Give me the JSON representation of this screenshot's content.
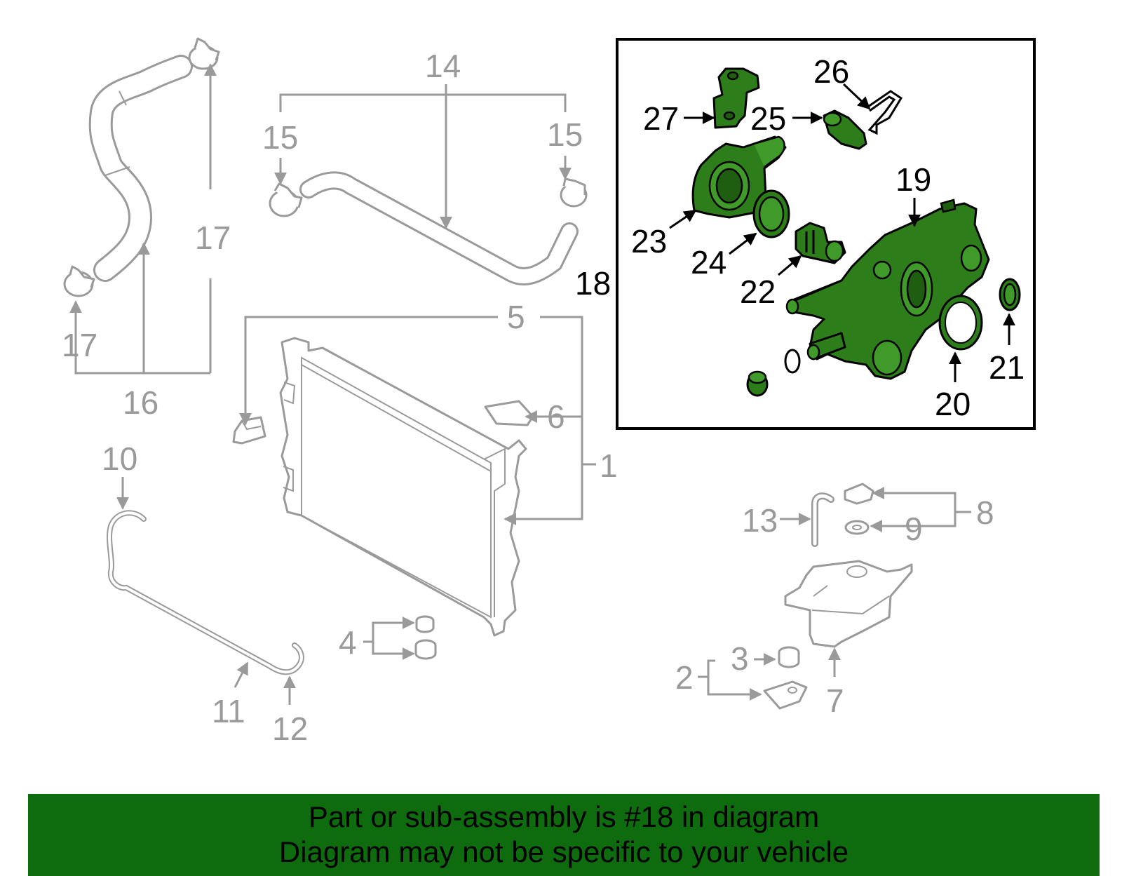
{
  "colors": {
    "banner_bg": "#0e6b0e",
    "part_fill": "#2e7d1b",
    "line_gray": "#9a9a9a",
    "highlight_box": "#000000"
  },
  "callouts": {
    "c1": "1",
    "c2": "2",
    "c3": "3",
    "c4": "4",
    "c5": "5",
    "c6": "6",
    "c7": "7",
    "c8": "8",
    "c9": "9",
    "c10": "10",
    "c11": "11",
    "c12": "12",
    "c13": "13",
    "c14": "14",
    "c15a": "15",
    "c15b": "15",
    "c16": "16",
    "c17a": "17",
    "c17b": "17",
    "c18": "18",
    "c19": "19",
    "c20": "20",
    "c21": "21",
    "c22": "22",
    "c23": "23",
    "c24": "24",
    "c25": "25",
    "c26": "26",
    "c27": "27"
  },
  "footer": {
    "line1": "Part or sub-assembly is #18 in diagram",
    "line2": "Diagram may not be specific to your vehicle"
  }
}
